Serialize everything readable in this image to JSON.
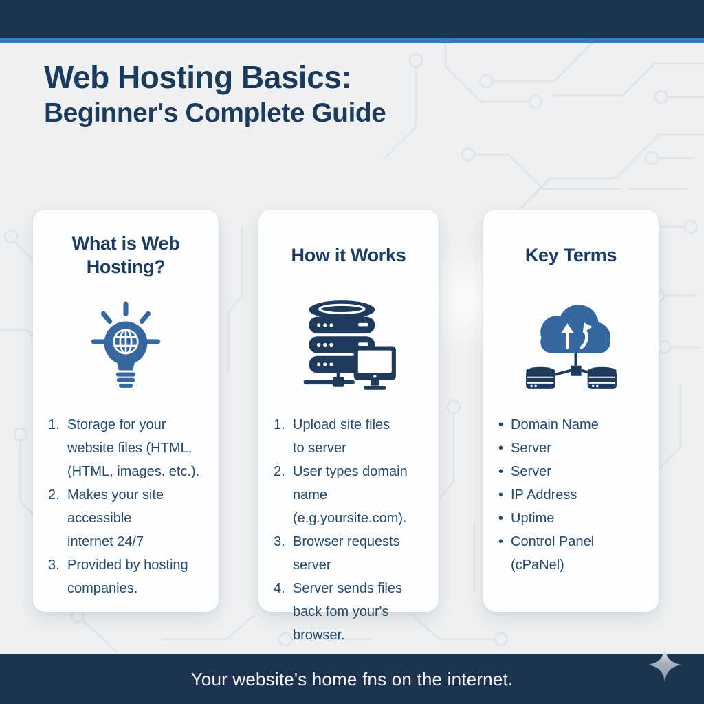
{
  "header": {
    "title_line1": "Web Hosting Basics:",
    "title_line2": "Beginner's Complete Guide"
  },
  "footer": {
    "tagline": "Your website's home fns on the internet."
  },
  "icons": {
    "card1": "lightbulb-globe-icon",
    "card2": "server-monitor-icon",
    "card3": "cloud-upload-network-icon",
    "footer": "sparkle-icon"
  },
  "colors": {
    "navy_bar": "#1d3450",
    "accent_stripe": "#2f80c3",
    "background": "#eef0f1",
    "card_bg": "#fcfdff",
    "heading_text": "#1c3c60",
    "body_text": "#26496c",
    "icon_blue": "#36679f",
    "icon_navy": "#1e3a5c",
    "footer_text": "#f4f6f8",
    "sparkle": "#a9b3bf",
    "circuit_line": "#e2e5e8"
  },
  "cards": [
    {
      "title": "What is Web\nHosting?",
      "list_style": "numbered",
      "items": [
        {
          "marker": "1.",
          "text": "Storage for your\nwebsite files (HTML,\n(HTML, images. etc.)."
        },
        {
          "marker": "2.",
          "text": "Makes your site accessible\ninternet 24/7"
        },
        {
          "marker": "3.",
          "text": "Provided by hosting\ncompanies."
        }
      ]
    },
    {
      "title": "How it Works",
      "list_style": "numbered",
      "items": [
        {
          "marker": "1.",
          "text": "Upload site files\nto server"
        },
        {
          "marker": "2.",
          "text": "User types domain name\n(e.g.yoursite.com)."
        },
        {
          "marker": "3.",
          "text": "Browser requests server"
        },
        {
          "marker": "4.",
          "text": "Server sends files\nback fom your's\nbrowser."
        }
      ]
    },
    {
      "title": "Key Terms",
      "list_style": "bulleted",
      "items": [
        {
          "marker": "•",
          "text": "Domain Name"
        },
        {
          "marker": "•",
          "text": "Server"
        },
        {
          "marker": "•",
          "text": "Server"
        },
        {
          "marker": "•",
          "text": "IP Address"
        },
        {
          "marker": "•",
          "text": "Uptime"
        },
        {
          "marker": "•",
          "text": "Control Panel\n(cPaNel)"
        }
      ]
    }
  ]
}
